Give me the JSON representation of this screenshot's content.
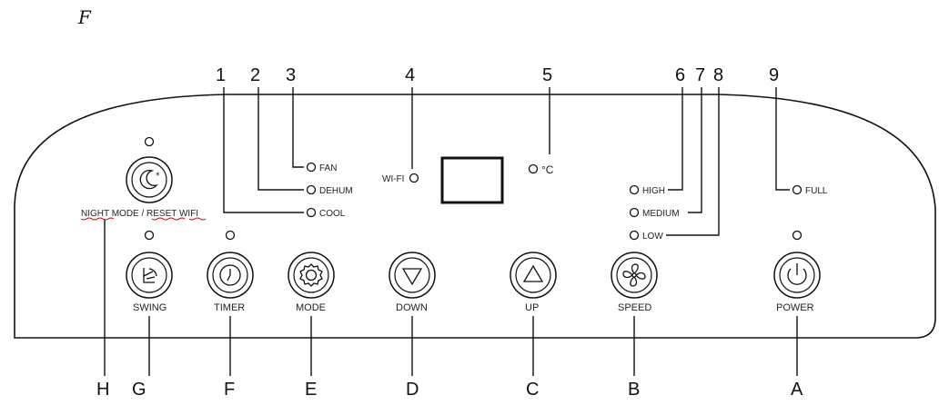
{
  "figure_label": "F",
  "callout_numbers": [
    "1",
    "2",
    "3",
    "4",
    "5",
    "6",
    "7",
    "8",
    "9"
  ],
  "callout_letters": [
    "A",
    "B",
    "C",
    "D",
    "E",
    "F",
    "G",
    "H"
  ],
  "indicators": {
    "fan": "FAN",
    "dehum": "DEHUM",
    "cool": "COOL",
    "wifi": "WI-FI",
    "celsius": "°C",
    "high": "HIGH",
    "medium": "MEDIUM",
    "low": "LOW",
    "full": "FULL"
  },
  "night_mode_label": "NIGHT MODE / RESET WIFI",
  "buttons": {
    "swing": "SWING",
    "timer": "TIMER",
    "mode": "MODE",
    "down": "DOWN",
    "up": "UP",
    "speed": "SPEED",
    "power": "POWER"
  },
  "icons": {
    "night": "moon-star-icon",
    "swing": "swing-icon",
    "timer": "clock-icon",
    "mode": "gear-icon",
    "down": "triangle-down-icon",
    "up": "triangle-up-icon",
    "speed": "fan-icon",
    "power": "power-icon"
  }
}
